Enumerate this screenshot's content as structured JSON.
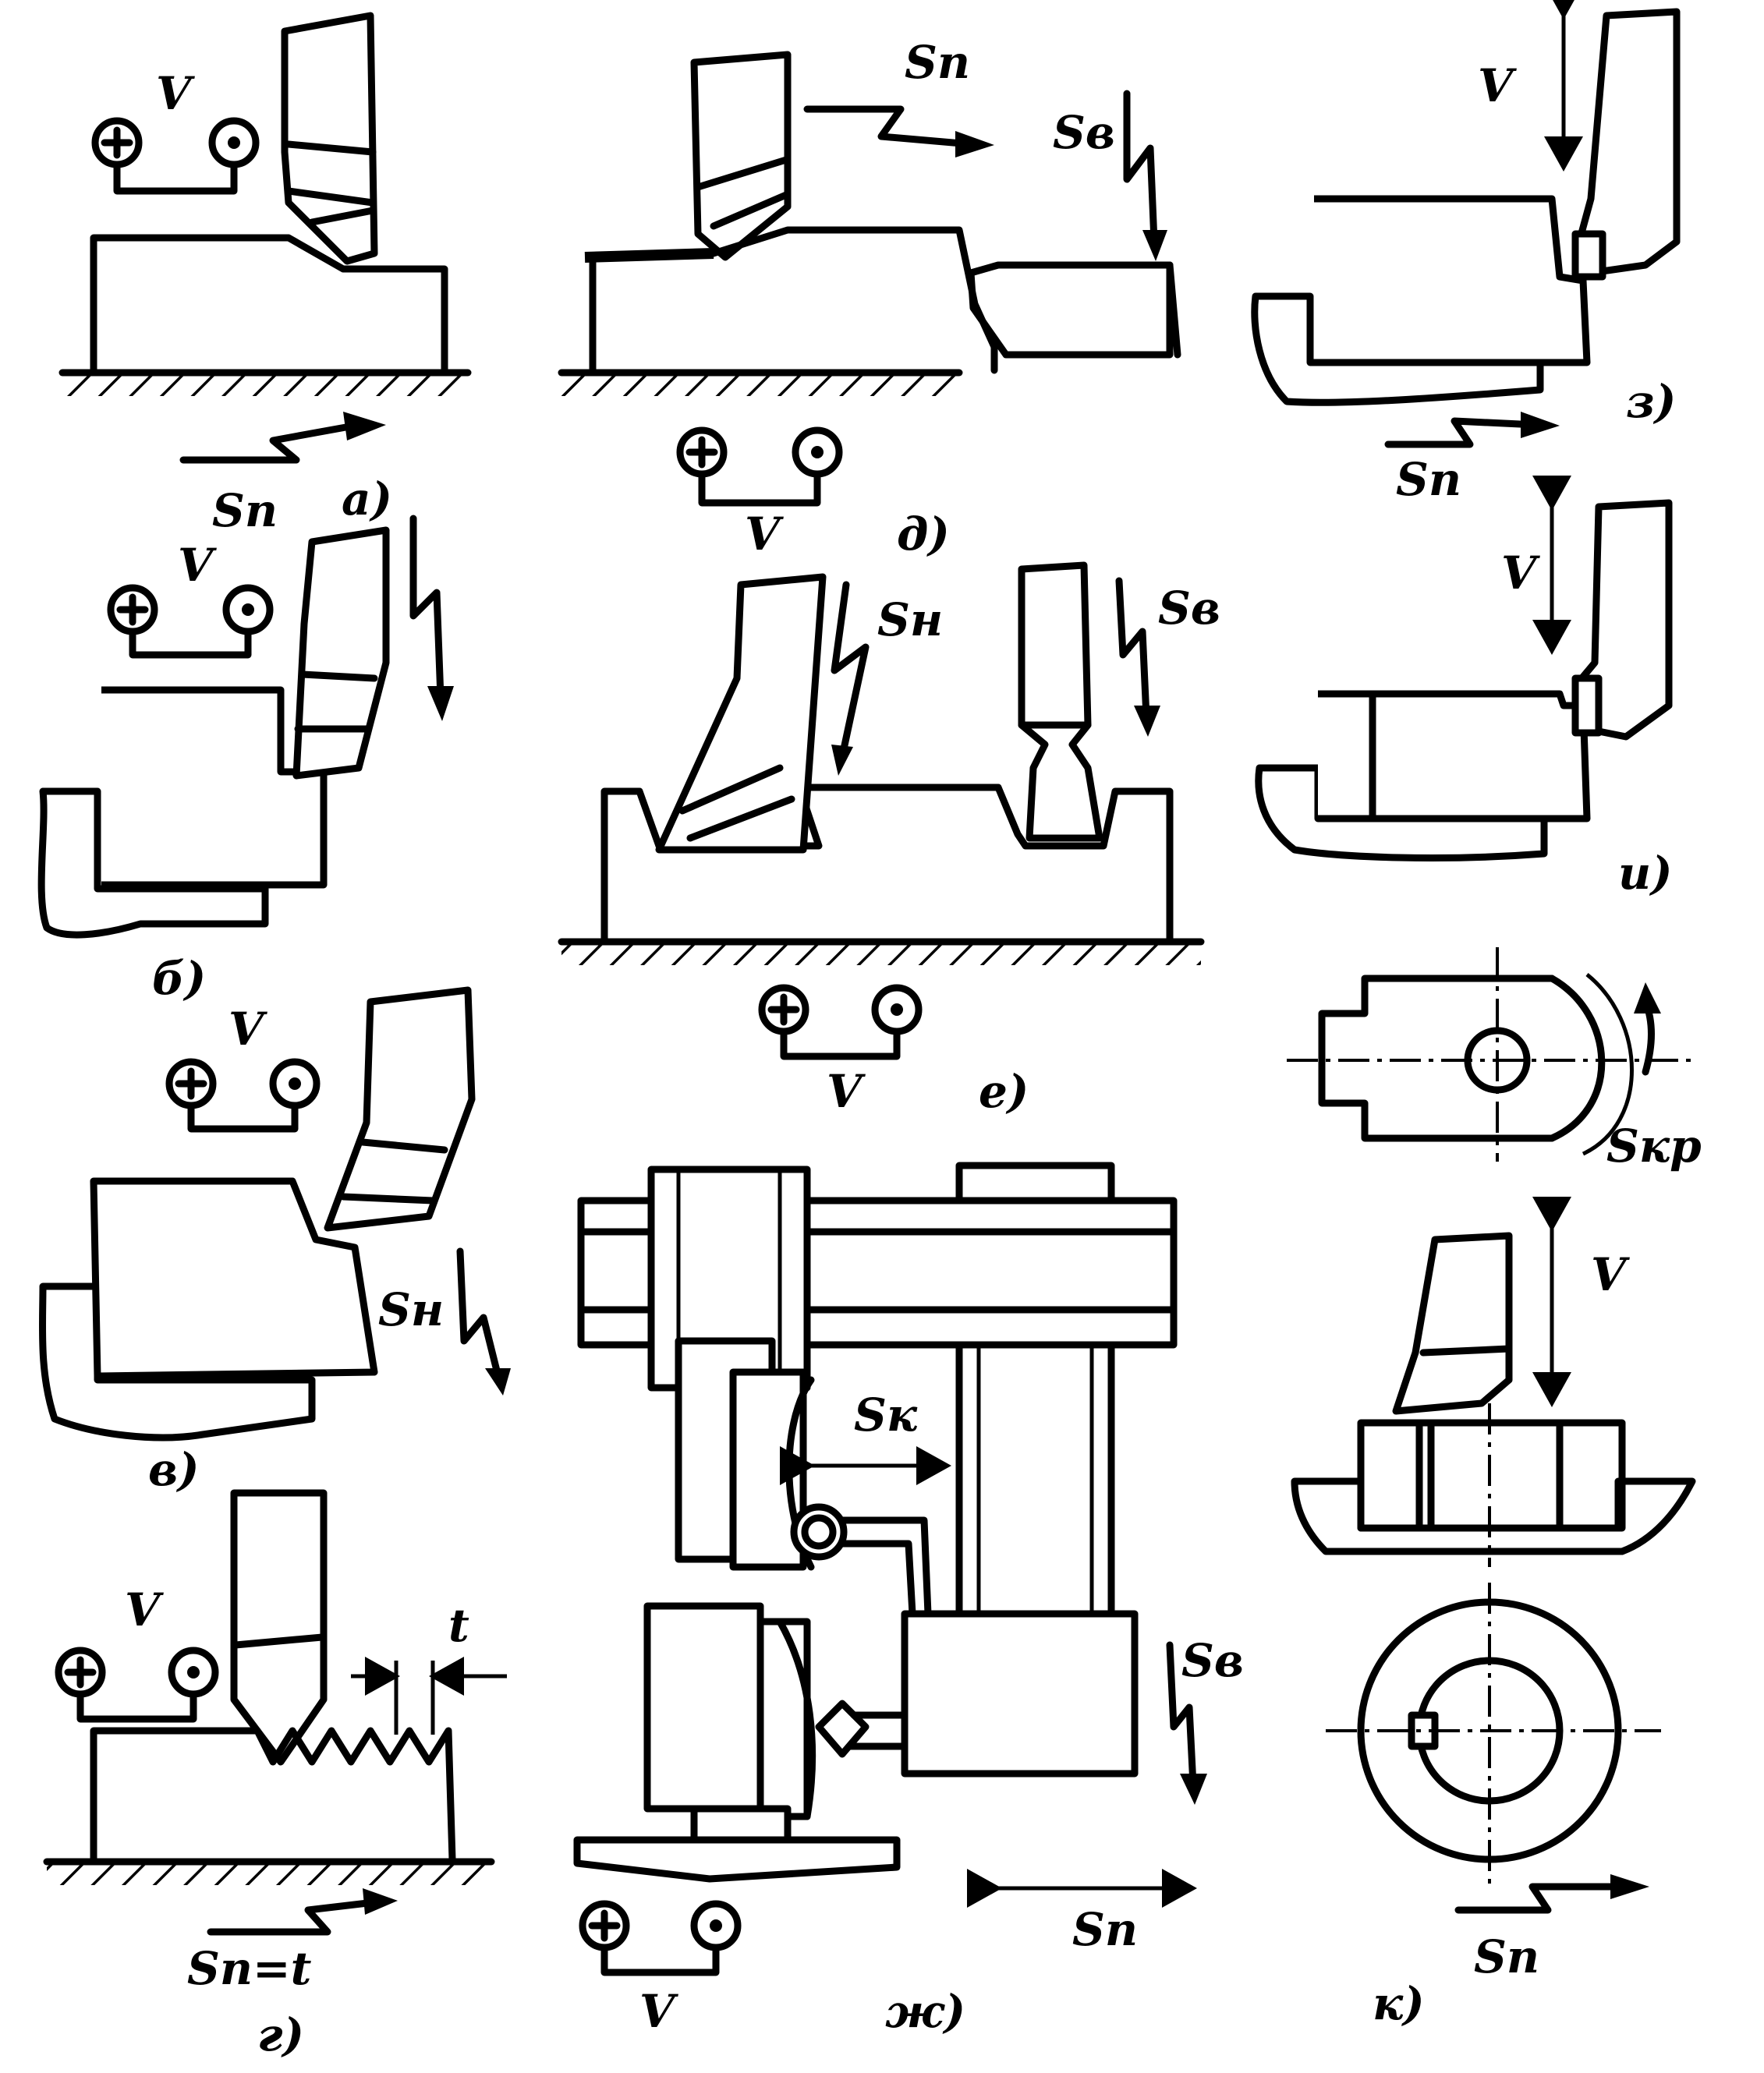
{
  "figure": {
    "panels": [
      {
        "id": "a",
        "caption": "а)",
        "labels": {
          "speed": "V",
          "feed": "Sп"
        }
      },
      {
        "id": "b",
        "caption": "б)",
        "labels": {
          "speed": "V"
        }
      },
      {
        "id": "v",
        "caption": "в)",
        "labels": {
          "speed": "V",
          "feed": "Sн"
        }
      },
      {
        "id": "g",
        "caption": "г)",
        "labels": {
          "speed": "V",
          "depth": "t",
          "feed": "Sп=t"
        }
      },
      {
        "id": "d",
        "caption": "д)",
        "labels": {
          "feed_h": "Sп",
          "feed_v": "Sв",
          "speed": "V"
        }
      },
      {
        "id": "e",
        "caption": "е)",
        "labels": {
          "feed_n": "Sн",
          "feed_v": "Sв",
          "speed": "V"
        }
      },
      {
        "id": "zh",
        "caption": "ж)",
        "labels": {
          "feed_k": "Sк",
          "feed_v": "Sв",
          "feed_p": "Sп",
          "speed": "V"
        }
      },
      {
        "id": "z",
        "caption": "з)",
        "labels": {
          "speed": "V",
          "feed": "Sп"
        }
      },
      {
        "id": "i",
        "caption": "и)",
        "labels": {
          "speed": "V",
          "feed_kr": "Sкр"
        }
      },
      {
        "id": "k",
        "caption": "к)",
        "labels": {
          "speed": "V",
          "feed": "Sп"
        }
      }
    ]
  }
}
